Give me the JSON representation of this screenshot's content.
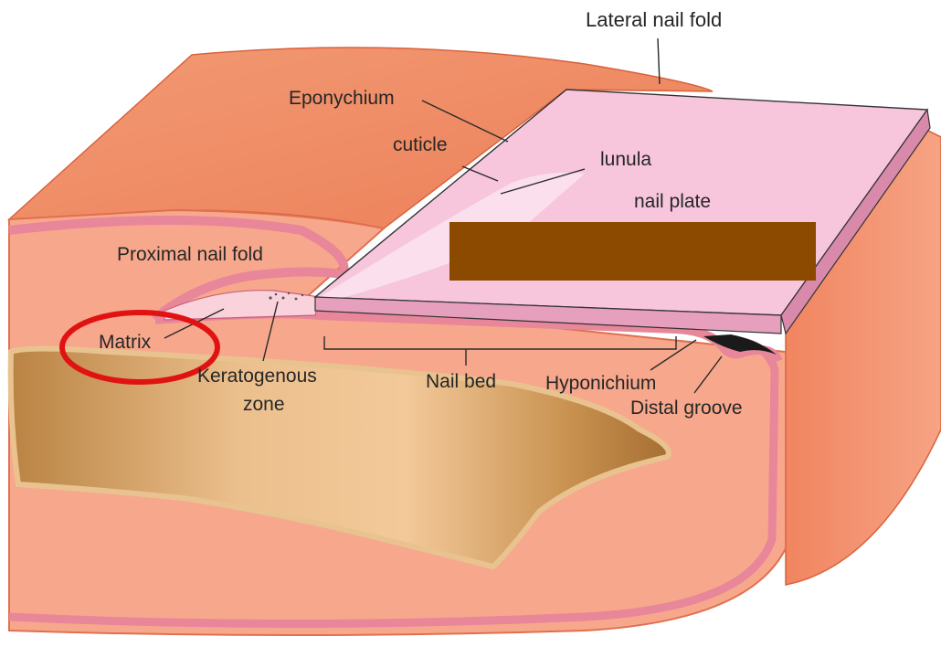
{
  "labels": {
    "lateral_nail_fold": "Lateral nail fold",
    "eponychium": "Eponychium",
    "cuticle": "cuticle",
    "lunula": "lunula",
    "nail_plate": "nail plate",
    "proximal_nail_fold": "Proximal nail fold",
    "matrix": "Matrix",
    "keratogenous_zone_line1": "Keratogenous",
    "keratogenous_zone_line2": "zone",
    "nail_bed": "Nail bed",
    "hyponichium": "Hyponichium",
    "distal_groove": "Distal groove"
  },
  "colors": {
    "skin_outer": "#f08a64",
    "skin_inner": "#f7a58a",
    "skin_edge": "#e76f51",
    "membrane": "#e8869a",
    "nail_plate": "#f6c6dc",
    "nail_side": "#e7a4c0",
    "bone": "#c99252",
    "bone_light": "#e7b882",
    "redaction_bar": "#8b4a00",
    "highlight_circle": "#e01212",
    "line": "#2a2a2a"
  }
}
